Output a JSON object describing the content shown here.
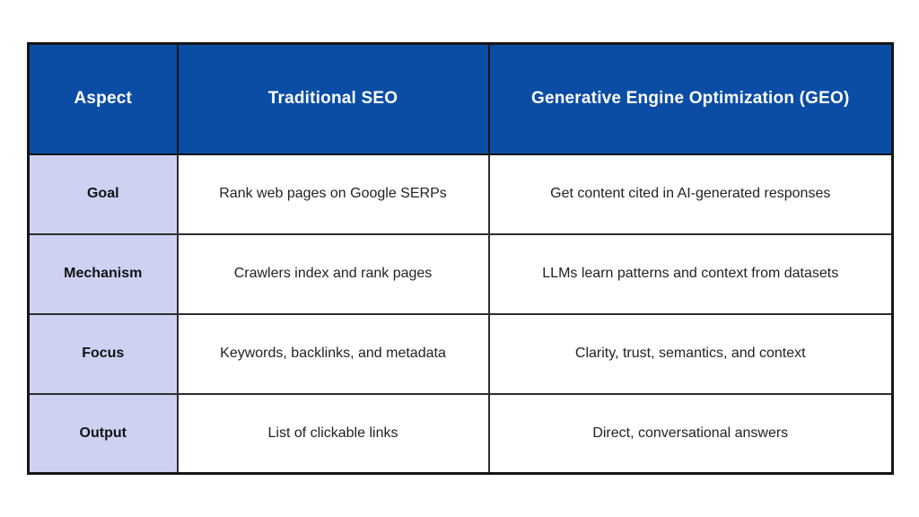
{
  "colors": {
    "header_bg": "#0b4da4",
    "header_text": "#ffffff",
    "aspect_column_bg": "#cdd1f2",
    "body_bg": "#ffffff",
    "border": "#2e2e2e",
    "body_text": "#222222"
  },
  "table": {
    "columns": [
      {
        "label": "Aspect"
      },
      {
        "label": "Traditional SEO"
      },
      {
        "label": "Generative Engine Optimization (GEO)"
      }
    ],
    "rows": [
      {
        "aspect": "Goal",
        "traditional_seo": "Rank web pages on Google SERPs",
        "geo": "Get content cited in AI-generated responses"
      },
      {
        "aspect": "Mechanism",
        "traditional_seo": "Crawlers index and rank pages",
        "geo": "LLMs learn patterns and context from datasets"
      },
      {
        "aspect": "Focus",
        "traditional_seo": "Keywords, backlinks, and metadata",
        "geo": "Clarity, trust, semantics, and context"
      },
      {
        "aspect": "Output",
        "traditional_seo": "List of clickable links",
        "geo": "Direct, conversational answers"
      }
    ]
  },
  "chart_data": {
    "type": "table",
    "title": "",
    "columns": [
      "Aspect",
      "Traditional SEO",
      "Generative Engine Optimization (GEO)"
    ],
    "rows": [
      [
        "Goal",
        "Rank web pages on Google SERPs",
        "Get content cited in AI-generated responses"
      ],
      [
        "Mechanism",
        "Crawlers index and rank pages",
        "LLMs learn patterns and context from datasets"
      ],
      [
        "Focus",
        "Keywords, backlinks, and metadata",
        "Clarity, trust, semantics, and context"
      ],
      [
        "Output",
        "List of clickable links",
        "Direct, conversational answers"
      ]
    ],
    "layout_hints": {
      "header_style": "dark-blue background, white bold text",
      "first_column_style": "lavender background, bold dark text",
      "grid": "on, dark borders"
    }
  }
}
